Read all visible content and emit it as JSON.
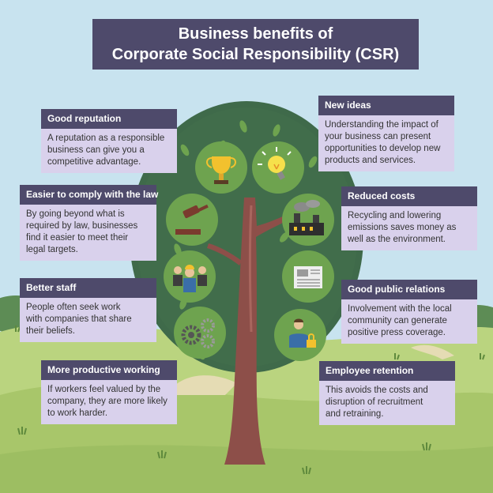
{
  "title": {
    "line1": "Business benefits of",
    "line2": "Corporate Social Responsibility (CSR)"
  },
  "colors": {
    "sky": "#c8e3ef",
    "header": "#4e4a6b",
    "card": "#d9d1ec",
    "foliage": "#3f6a4a",
    "trunk": "#8d4f49",
    "grass": "#b9d27d"
  },
  "benefits": [
    {
      "id": "good-reputation",
      "heading": "Good reputation",
      "text": [
        "A reputation as a responsible",
        "business can give you a",
        "competitive advantage."
      ],
      "icon": "trophy-icon"
    },
    {
      "id": "easier-compliance",
      "heading": "Easier to comply with the law",
      "text": [
        "By going beyond what is",
        "required by law, businesses",
        "find it easier to meet their",
        "legal targets."
      ],
      "icon": "gavel-icon"
    },
    {
      "id": "better-staff",
      "heading": "Better staff",
      "text": [
        "People often seek work",
        "with companies that share",
        "their beliefs."
      ],
      "icon": "team-icon"
    },
    {
      "id": "more-productive",
      "heading": "More productive working",
      "text": [
        "If workers feel valued by the",
        "company, they are more likely",
        "to work harder."
      ],
      "icon": "gears-icon"
    },
    {
      "id": "new-ideas",
      "heading": "New ideas",
      "text": [
        "Understanding the impact of",
        "your business can present",
        "opportunities to develop new",
        "products and services."
      ],
      "icon": "lightbulb-icon"
    },
    {
      "id": "reduced-costs",
      "heading": "Reduced costs",
      "text": [
        "Recycling and lowering",
        "emissions saves money as",
        "well as the environment."
      ],
      "icon": "factory-icon"
    },
    {
      "id": "public-relations",
      "heading": "Good public relations",
      "text": [
        "Involvement with the local",
        "community can generate",
        "positive press coverage."
      ],
      "icon": "newspaper-icon"
    },
    {
      "id": "employee-retention",
      "heading": "Employee retention",
      "text": [
        "This avoids the costs and",
        "disruption of recruitment",
        "and retraining."
      ],
      "icon": "employee-lock-icon"
    }
  ]
}
